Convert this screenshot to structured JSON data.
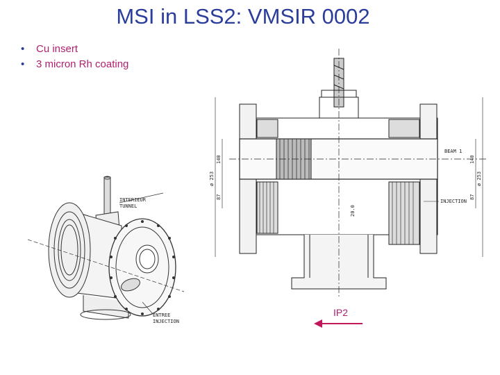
{
  "slide": {
    "title": "MSI in LSS2: VMSIR 0002",
    "bullets": [
      {
        "marker": "•",
        "text": "Cu insert"
      },
      {
        "marker": "•",
        "text": "3 micron Rh coating"
      }
    ],
    "ip2_label": "IP2"
  },
  "iso_drawing": {
    "label_interieur": "INTERIEUR",
    "label_tunnel": "TUNNEL",
    "label_entree": "ENTREE",
    "label_injection": "INJECTION"
  },
  "section_drawing": {
    "label_beam": "BEAM 1",
    "label_injection": "INJECTION",
    "dim_left_outer": "ø 253",
    "dim_left_top": "140",
    "dim_left_bottom": "87",
    "dim_right_outer": "ø 253",
    "dim_right_top": "140",
    "dim_right_bottom": "87",
    "dim_center": "20.0"
  },
  "colors": {
    "title": "#2a3d9a",
    "bullet_text": "#b0206e",
    "arrow": "#c2185b"
  }
}
